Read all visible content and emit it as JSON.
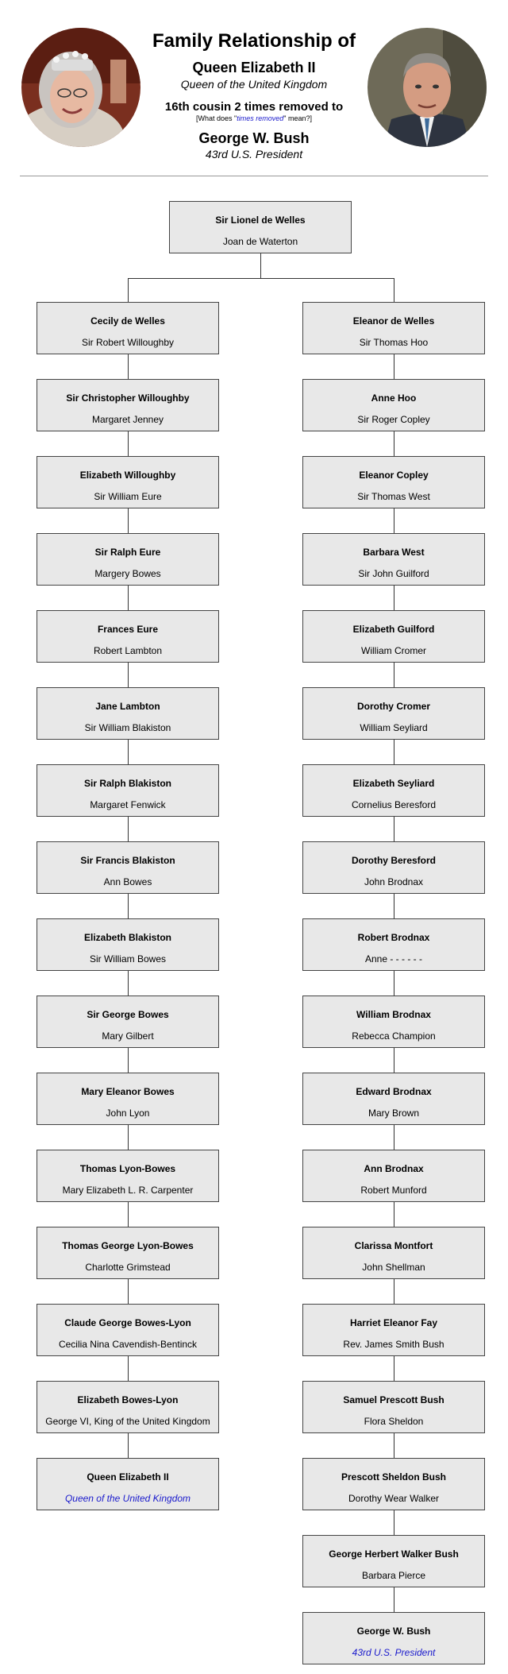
{
  "header": {
    "title": "Family Relationship of",
    "person1_name": "Queen Elizabeth II",
    "person1_desc": "Queen of the United Kingdom",
    "relationship": "16th cousin 2 times removed to",
    "what_does_prefix": "[What does \"",
    "what_does_link": "times removed",
    "what_does_suffix": "\" mean?]",
    "person2_name": "George W. Bush",
    "person2_desc": "43rd U.S. President"
  },
  "portraits": {
    "left": "queen-elizabeth-portrait",
    "right": "george-w-bush-portrait"
  },
  "colors": {
    "box_fill": "#e8e8e8",
    "box_border": "#444444",
    "link_blue": "#1a1acc",
    "divider": "#999999"
  },
  "root": {
    "person": "Sir Lionel de Welles",
    "spouse": "Joan de Waterton"
  },
  "left_line": [
    {
      "person": "Cecily de Welles",
      "spouse": "Sir Robert Willoughby"
    },
    {
      "person": "Sir Christopher Willoughby",
      "spouse": "Margaret Jenney"
    },
    {
      "person": "Elizabeth Willoughby",
      "spouse": "Sir William Eure"
    },
    {
      "person": "Sir Ralph Eure",
      "spouse": "Margery Bowes"
    },
    {
      "person": "Frances Eure",
      "spouse": "Robert Lambton"
    },
    {
      "person": "Jane Lambton",
      "spouse": "Sir William Blakiston"
    },
    {
      "person": "Sir Ralph Blakiston",
      "spouse": "Margaret Fenwick"
    },
    {
      "person": "Sir Francis Blakiston",
      "spouse": "Ann Bowes"
    },
    {
      "person": "Elizabeth Blakiston",
      "spouse": "Sir William Bowes"
    },
    {
      "person": "Sir George Bowes",
      "spouse": "Mary Gilbert"
    },
    {
      "person": "Mary Eleanor Bowes",
      "spouse": "John Lyon"
    },
    {
      "person": "Thomas Lyon-Bowes",
      "spouse": "Mary Elizabeth L. R. Carpenter"
    },
    {
      "person": "Thomas George Lyon-Bowes",
      "spouse": "Charlotte Grimstead"
    },
    {
      "person": "Claude George Bowes-Lyon",
      "spouse": "Cecilia Nina Cavendish-Bentinck"
    },
    {
      "person": "Elizabeth Bowes-Lyon",
      "spouse": "George VI, King of the United Kingdom"
    },
    {
      "person": "Queen Elizabeth II",
      "spouse": "Queen of the United Kingdom",
      "is_desc": true
    }
  ],
  "right_line": [
    {
      "person": "Eleanor de Welles",
      "spouse": "Sir Thomas Hoo"
    },
    {
      "person": "Anne Hoo",
      "spouse": "Sir Roger Copley"
    },
    {
      "person": "Eleanor Copley",
      "spouse": "Sir Thomas West"
    },
    {
      "person": "Barbara West",
      "spouse": "Sir John Guilford"
    },
    {
      "person": "Elizabeth Guilford",
      "spouse": "William Cromer"
    },
    {
      "person": "Dorothy Cromer",
      "spouse": "William Seyliard"
    },
    {
      "person": "Elizabeth Seyliard",
      "spouse": "Cornelius Beresford"
    },
    {
      "person": "Dorothy Beresford",
      "spouse": "John Brodnax"
    },
    {
      "person": "Robert Brodnax",
      "spouse": "Anne - - - - - -"
    },
    {
      "person": "William Brodnax",
      "spouse": "Rebecca Champion"
    },
    {
      "person": "Edward Brodnax",
      "spouse": "Mary Brown"
    },
    {
      "person": "Ann Brodnax",
      "spouse": "Robert Munford"
    },
    {
      "person": "Clarissa Montfort",
      "spouse": "John Shellman"
    },
    {
      "person": "Harriet Eleanor Fay",
      "spouse": "Rev. James Smith Bush"
    },
    {
      "person": "Samuel Prescott Bush",
      "spouse": "Flora Sheldon"
    },
    {
      "person": "Prescott Sheldon Bush",
      "spouse": "Dorothy Wear Walker"
    },
    {
      "person": "George Herbert Walker Bush",
      "spouse": "Barbara Pierce"
    },
    {
      "person": "George W. Bush",
      "spouse": "43rd U.S. President",
      "is_desc": true
    }
  ]
}
